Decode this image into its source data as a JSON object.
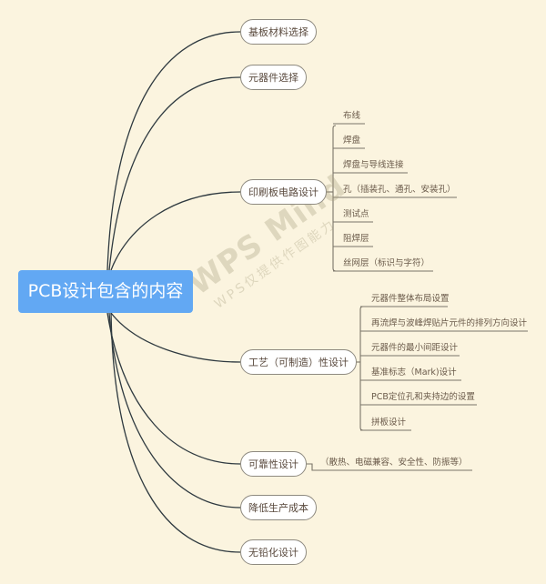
{
  "root": {
    "label": "PCB设计包含的内容",
    "color": "#62a8f3"
  },
  "topics": [
    {
      "label": "基板材料选择",
      "children": []
    },
    {
      "label": "元器件选择",
      "children": []
    },
    {
      "label": "印刷板电路设计",
      "children": [
        "布线",
        "焊盘",
        "焊盘与导线连接",
        "孔（插装孔、通孔、安装孔）",
        "测试点",
        "阻焊层",
        "丝网层（标识与字符）"
      ]
    },
    {
      "label": "工艺（可制造）性设计",
      "children": [
        "元器件整体布局设置",
        "再流焊与波峰焊贴片元件的排列方向设计",
        "元器件的最小间距设计",
        "基准标志（Mark)设计",
        "PCB定位孔和夹持边的设置",
        "拼板设计"
      ]
    },
    {
      "label": "可靠性设计",
      "children": [
        "（散热、电磁兼容、安全性、防振等）"
      ]
    },
    {
      "label": "降低生产成本",
      "children": []
    },
    {
      "label": "无铅化设计",
      "children": []
    }
  ],
  "watermark": {
    "title": "WPS Mind",
    "subtitle": "WPS仅提供作图能力"
  },
  "colors": {
    "background": "#fbf4df",
    "line": "#2f3a40",
    "subline": "#7a7468",
    "text": "#5a4a3e"
  }
}
